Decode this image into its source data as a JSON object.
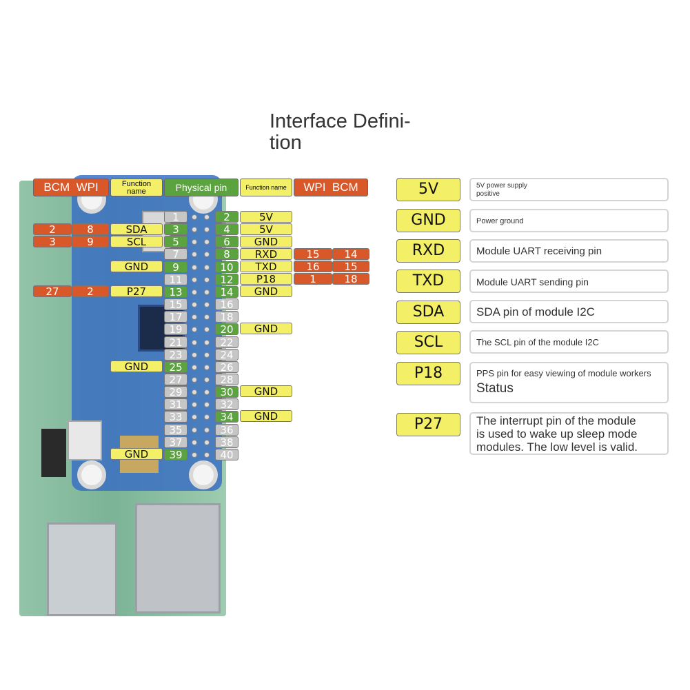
{
  "title": "Interface Defini-\ntion",
  "header": {
    "bcm_left": "BCM",
    "wpi_left": "WPI",
    "function_left": "Function\nname",
    "physical": "Physical pin",
    "function_right": "Function name",
    "wpi_right": "WPI",
    "bcm_right": "BCM"
  },
  "left_rows": [
    {
      "bcm": "2",
      "wpi": "8",
      "func": "SDA",
      "pin": "3",
      "color": "green"
    },
    {
      "bcm": "3",
      "wpi": "9",
      "func": "SCL",
      "pin": "5",
      "color": "green"
    },
    {
      "bcm": "",
      "wpi": "",
      "func": "GND",
      "pin": "9",
      "color": "green"
    },
    {
      "bcm": "27",
      "wpi": "2",
      "func": "P27",
      "pin": "13",
      "color": "green"
    },
    {
      "bcm": "",
      "wpi": "",
      "func": "GND",
      "pin": "25",
      "color": "green"
    },
    {
      "bcm": "",
      "wpi": "",
      "func": "GND",
      "pin": "39",
      "color": "green"
    }
  ],
  "odd_pins": [
    "1",
    "3",
    "5",
    "7",
    "9",
    "11",
    "13",
    "15",
    "17",
    "19",
    "21",
    "23",
    "25",
    "27",
    "29",
    "31",
    "33",
    "35",
    "37",
    "39"
  ],
  "even_pins": [
    "2",
    "4",
    "6",
    "8",
    "10",
    "12",
    "14",
    "16",
    "18",
    "20",
    "22",
    "24",
    "26",
    "28",
    "30",
    "32",
    "34",
    "36",
    "38",
    "40"
  ],
  "right_funcs": [
    "5V",
    "5V",
    "GND",
    "RXD",
    "TXD",
    "P18",
    "GND",
    "GND",
    "GND",
    "GND"
  ],
  "right_wpi": [
    "15",
    "16",
    "1"
  ],
  "right_bcm": [
    "14",
    "15",
    "18"
  ],
  "definitions": [
    {
      "pin": "5V",
      "desc": "5V power supply\npositive"
    },
    {
      "pin": "GND",
      "desc": "Power ground"
    },
    {
      "pin": "RXD",
      "desc": "Module UART receiving pin"
    },
    {
      "pin": "TXD",
      "desc": "Module UART sending pin"
    },
    {
      "pin": "SDA",
      "desc": "SDA pin of module I2C"
    },
    {
      "pin": "SCL",
      "desc": "The SCL pin of the module I2C"
    },
    {
      "pin": "P18",
      "desc": "PPS pin for easy viewing of module workers",
      "desc2": "Status"
    },
    {
      "pin": "P27",
      "desc": "The interrupt pin of the module\nis used to wake up sleep mode\nmodules. The low level is valid."
    }
  ],
  "colors": {
    "orange": "#d9582a",
    "yellow": "#f3ef66",
    "green": "#5aa33e",
    "grey": "#c6c6c6"
  }
}
